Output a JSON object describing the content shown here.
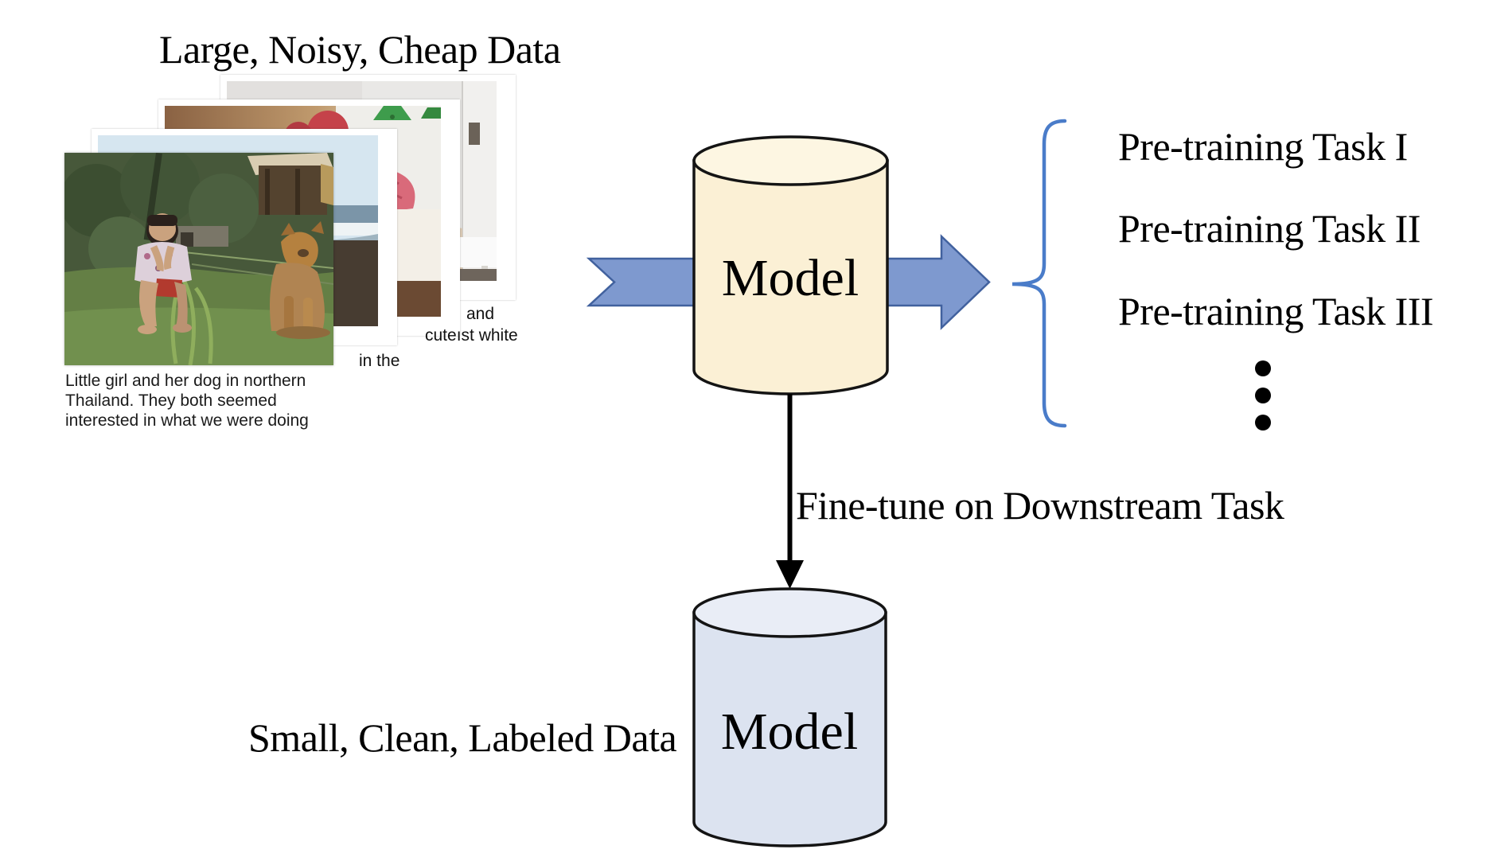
{
  "title": "Large, Noisy, Cheap Data",
  "pretraining": {
    "tasks": [
      "Pre-training Task I",
      "Pre-training Task II",
      "Pre-training Task III"
    ]
  },
  "model_top": {
    "label": "Model"
  },
  "model_bottom": {
    "label": "Model"
  },
  "finetune_label": "Fine-tune on Downstream Task",
  "small_data_label": "Small, Clean, Labeled Data",
  "captions": {
    "main": "Little girl and her dog in northern\nThailand. They both seemed\ninterested in what we were doing",
    "fragment_and": "and",
    "fragment_cute": "cuteıst white",
    "fragment_inthe": "in the"
  },
  "colors": {
    "arrow_fill": "#7E99CF",
    "arrow_stroke": "#41619E",
    "brace": "#4A7CC9",
    "cylinder_top_fill": "#FBF0D5",
    "cylinder_top_ellipse_fill": "#FDF6E2",
    "cylinder_bottom_fill": "#DCE3F0",
    "cylinder_bottom_ellipse_fill": "#E9EDF6",
    "cylinder_stroke": "#141414",
    "black_arrow": "#000000",
    "dots": "#000000"
  }
}
